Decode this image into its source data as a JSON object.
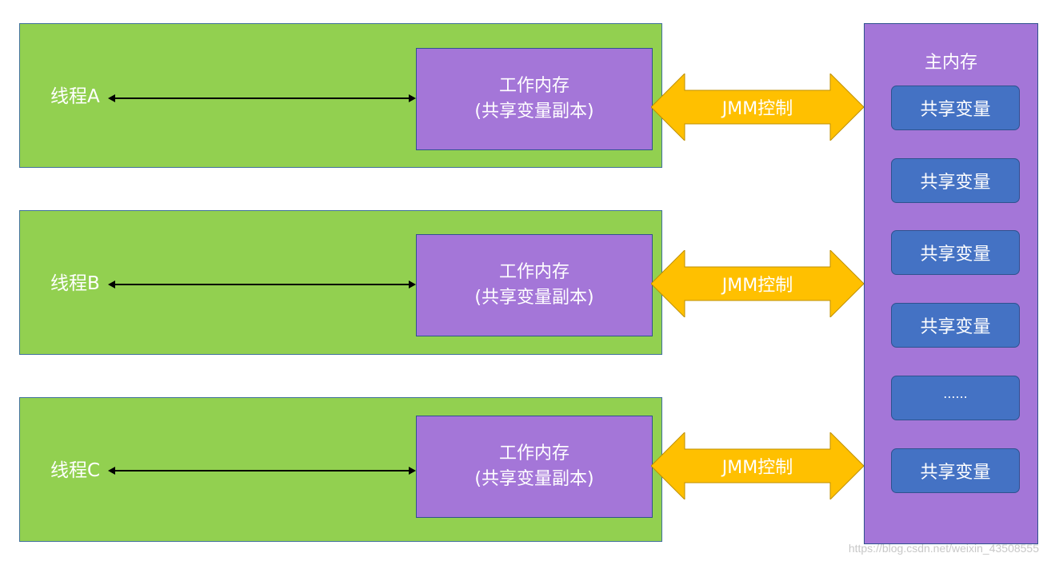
{
  "threads": [
    {
      "label": "线程A",
      "work_title": "工作内存",
      "work_subtitle": "(共享变量副本)",
      "jmm": "JMM控制"
    },
    {
      "label": "线程B",
      "work_title": "工作内存",
      "work_subtitle": "(共享变量副本)",
      "jmm": "JMM控制"
    },
    {
      "label": "线程C",
      "work_title": "工作内存",
      "work_subtitle": "(共享变量副本)",
      "jmm": "JMM控制"
    }
  ],
  "main_memory": {
    "title": "主内存",
    "variables": [
      "共享变量",
      "共享变量",
      "共享变量",
      "共享变量",
      "......",
      "共享变量"
    ]
  },
  "watermark": "https://blog.csdn.net/weixin_43508555",
  "colors": {
    "thread_bg": "#92d050",
    "memory_bg": "#a476d8",
    "variable_bg": "#4472c4",
    "jmm_arrow": "#ffc000"
  }
}
